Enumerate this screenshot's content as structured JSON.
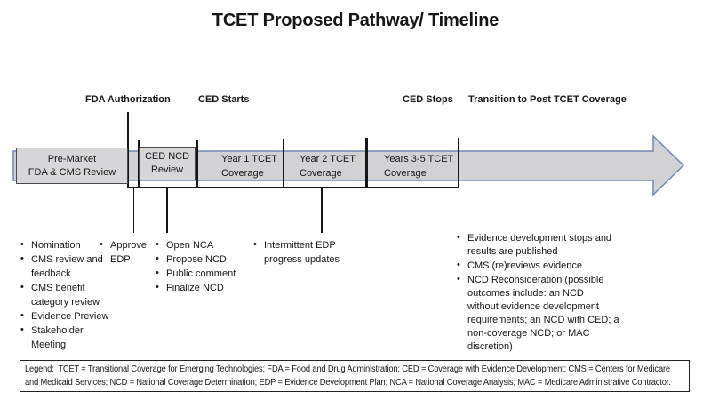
{
  "title": "TCET Proposed Pathway/ Timeline",
  "phases": {
    "fda_authorization": "FDA Authorization",
    "ced_starts": "CED Starts",
    "ced_stops": "CED Stops",
    "transition": "Transition to Post TCET Coverage"
  },
  "timeline": {
    "segments": {
      "pre_market": "Pre-Market\nFDA & CMS Review",
      "ced_ncd": "CED NCD\nReview",
      "year1": "Year 1 TCET\nCoverage",
      "year2": "Year 2 TCET\nCoverage",
      "years_3_5": "Years 3-5 TCET\nCoverage"
    }
  },
  "lists": {
    "pre_market": {
      "items": [
        "Nomination",
        "CMS review and\nfeedback",
        "CMS benefit\ncategory review",
        "Evidence Preview",
        "Stakeholder\nMeeting"
      ]
    },
    "approve": {
      "items": [
        "Approve\nEDP"
      ]
    },
    "nca": {
      "items": [
        "Open NCA",
        "Propose NCD",
        "Public comment",
        "Finalize NCD"
      ]
    },
    "edp": {
      "items": [
        "Intermittent EDP\nprogress updates"
      ]
    },
    "post": {
      "items": [
        "Evidence development stops and\nresults are published",
        "CMS (re)reviews evidence",
        "NCD Reconsideration (possible\noutcomes include: an NCD\nwithout evidence development\nrequirements; an NCD with CED; a\nnon-coverage NCD; or MAC\ndiscretion)"
      ]
    }
  },
  "legend": {
    "line1": "Legend:  TCET = Transitional Coverage for Emerging Technologies; FDA = Food and Drug Administration; CED = Coverage with Evidence Development; CMS = Centers for Medicare",
    "line2": "and Medicaid Services; NCD = National Coverage Determination; EDP = Evidence Development Plan; NCA = National Coverage Analysis; MAC = Medicare Administrative Contractor."
  },
  "colors": {
    "arrow_fill": "#d2d2d5",
    "arrow_border": "#7288b8",
    "box_fill": "#d7d7d9",
    "line": "#161616"
  }
}
